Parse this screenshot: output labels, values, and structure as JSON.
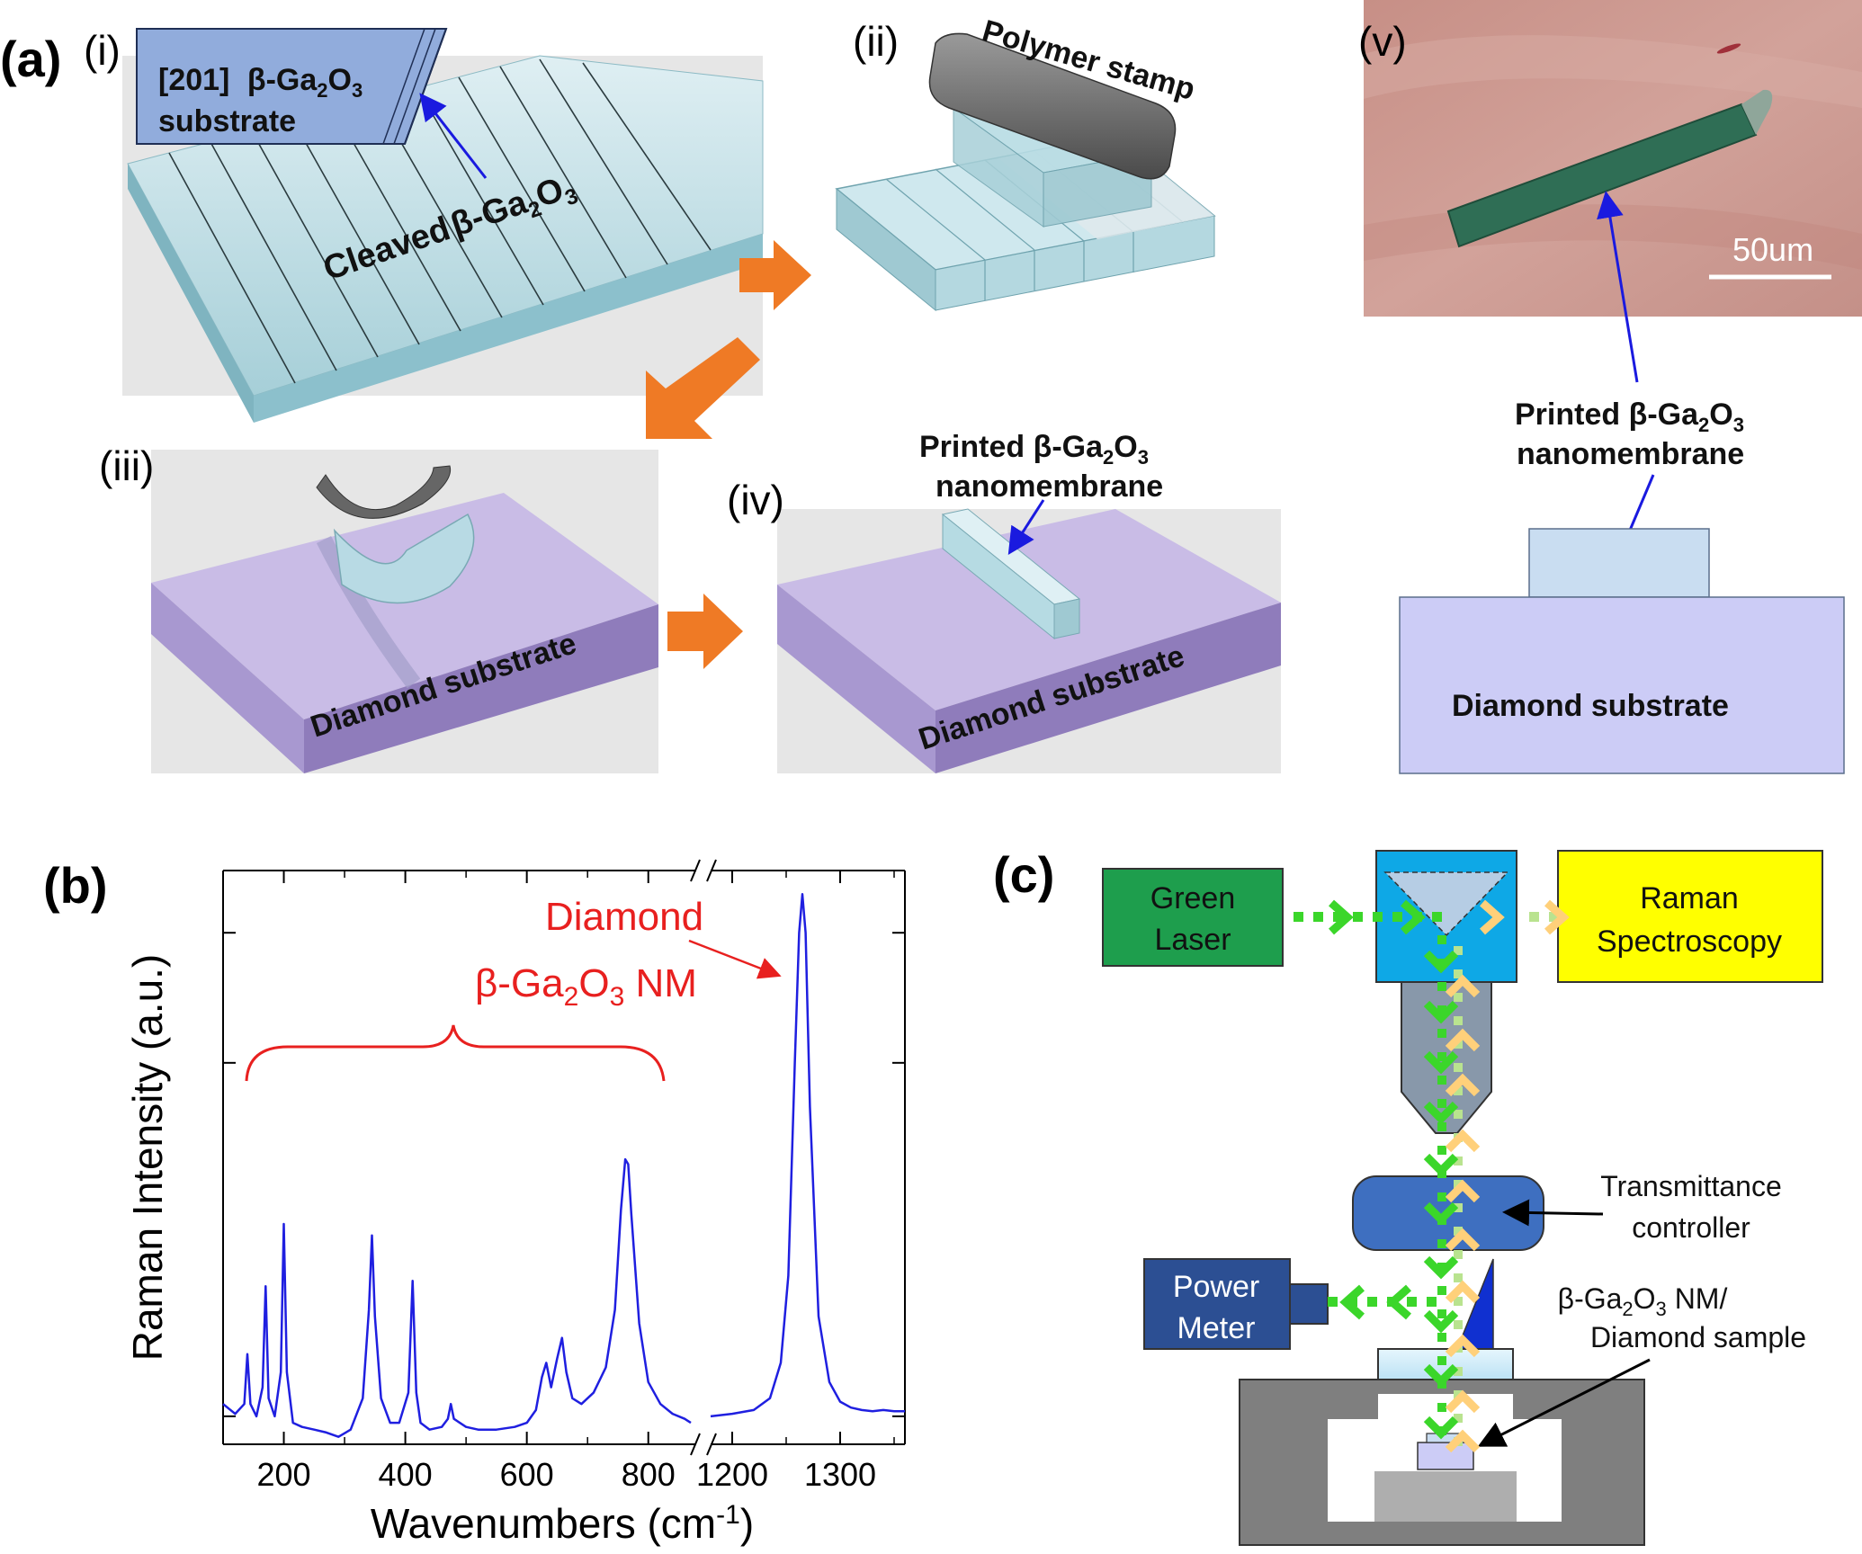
{
  "panel_a": {
    "label": "(a)",
    "sub_i": "(i)",
    "sub_ii": "(ii)",
    "sub_iii": "(iii)",
    "sub_iv": "(iv)",
    "sub_v": "(v)",
    "substrate_line1_a": "[201]",
    "substrate_line1_b": "β-Ga",
    "substrate_line1_sub2": "2",
    "substrate_line1_c": "O",
    "substrate_line1_sub3": "3",
    "substrate_line2": "substrate",
    "cleaved_a": "Cleaved",
    "cleaved_b": "β-Ga",
    "cleaved_sub2": "2",
    "cleaved_c": "O",
    "cleaved_sub3": "3",
    "polymer_stamp": "Polymer stamp",
    "diamond_substrate": "Diamond substrate",
    "printed_a": "Printed β-Ga",
    "printed_sub2": "2",
    "printed_c": "O",
    "printed_sub3": "3",
    "printed_line2": "nanomembrane",
    "scale_bar": "50um"
  },
  "panel_b": {
    "label": "(b)",
    "bracket_label_a": "β-Ga",
    "bracket_label_sub2": "2",
    "bracket_label_c": "O",
    "bracket_label_sub3": "3",
    "bracket_label_d": " NM",
    "diamond_label": "Diamond"
  },
  "panel_c": {
    "label": "(c)",
    "green_laser_1": "Green",
    "green_laser_2": "Laser",
    "raman_1": "Raman",
    "raman_2": "Spectroscopy",
    "power_1": "Power",
    "power_2": "Meter",
    "trans_1": "Transmittance",
    "trans_2": "controller",
    "sample_a": "β-Ga",
    "sample_sub2": "2",
    "sample_c": "O",
    "sample_sub3": "3",
    "sample_d": " NM/",
    "sample_2": "Diamond sample"
  },
  "chart_data": {
    "type": "line",
    "xlabel": "Wavenumbers (cm",
    "xlabel_sup": "-1",
    "xlabel_close": ")",
    "ylabel": "Raman Intensity (a.u.)",
    "x_axis_broken": true,
    "x_ranges": [
      [
        100,
        870
      ],
      [
        1180,
        1360
      ]
    ],
    "x_ticks_left": [
      200,
      400,
      600,
      800
    ],
    "x_ticks_right": [
      1200,
      1300
    ],
    "y_scale": "log",
    "y_tick_labels": false,
    "series": [
      {
        "segment": "left",
        "x": [
          100,
          120,
          135,
          140,
          145,
          155,
          165,
          170,
          175,
          185,
          195,
          200,
          205,
          215,
          230,
          250,
          270,
          290,
          310,
          330,
          340,
          345,
          350,
          360,
          375,
          390,
          405,
          412,
          418,
          425,
          440,
          460,
          470,
          475,
          480,
          500,
          520,
          550,
          580,
          600,
          615,
          625,
          632,
          640,
          650,
          658,
          665,
          675,
          690,
          710,
          730,
          745,
          755,
          762,
          767,
          772,
          785,
          800,
          820,
          840,
          860,
          870
        ],
        "y": [
          1.3,
          1.22,
          1.3,
          1.8,
          1.3,
          1.2,
          1.45,
          2.8,
          1.35,
          1.2,
          1.6,
          4.2,
          1.6,
          1.15,
          1.12,
          1.1,
          1.08,
          1.05,
          1.1,
          1.35,
          2.4,
          3.9,
          2.3,
          1.35,
          1.15,
          1.15,
          1.4,
          2.9,
          1.4,
          1.15,
          1.1,
          1.12,
          1.18,
          1.3,
          1.18,
          1.12,
          1.1,
          1.1,
          1.12,
          1.15,
          1.25,
          1.55,
          1.7,
          1.45,
          1.75,
          2.0,
          1.6,
          1.35,
          1.3,
          1.4,
          1.65,
          2.4,
          4.6,
          6.4,
          6.2,
          4.5,
          2.2,
          1.5,
          1.3,
          1.22,
          1.18,
          1.15
        ]
      },
      {
        "segment": "right",
        "x": [
          1180,
          1200,
          1220,
          1235,
          1245,
          1252,
          1258,
          1262,
          1265,
          1268,
          1272,
          1280,
          1290,
          1300,
          1310,
          1320,
          1330,
          1340,
          1350,
          1360
        ],
        "y": [
          1.2,
          1.22,
          1.25,
          1.35,
          1.7,
          3.0,
          12,
          28,
          36,
          28,
          9,
          2.3,
          1.5,
          1.32,
          1.27,
          1.25,
          1.24,
          1.25,
          1.24,
          1.24
        ]
      }
    ]
  }
}
